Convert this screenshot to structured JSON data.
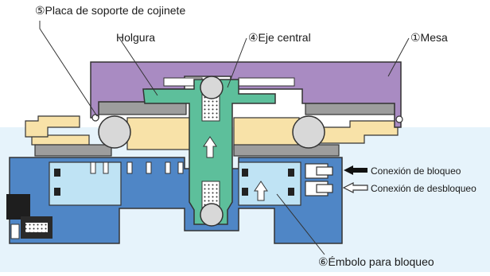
{
  "labels": {
    "bearing_plate": "⑤Placa de soporte de cojinete",
    "clearance": "Holgura",
    "central_shaft": "④Eje central",
    "table": "①Mesa",
    "lock_port": "Conexión de bloqueo",
    "unlock_port": "Conexión de desbloqueo",
    "lock_piston": "⑥Émbolo para bloqueo"
  },
  "colors": {
    "table": "#a98bc2",
    "shaft": "#5dbf9b",
    "body": "#4f86c6",
    "body_light": "#bfe3f4",
    "bearing": "#f8e2a8",
    "plate": "#9d9d9d",
    "outline": "#333333"
  }
}
